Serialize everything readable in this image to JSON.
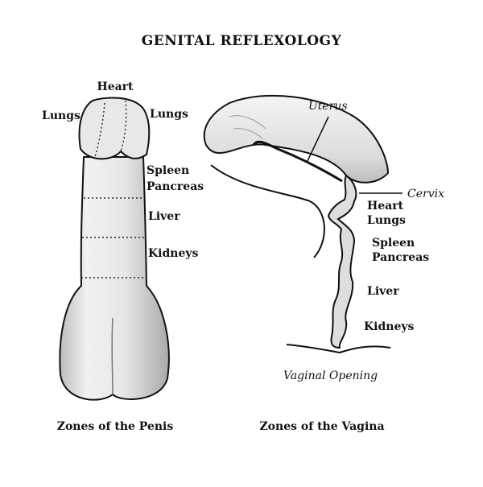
{
  "title": "GENITAL REFLEXOLOGY",
  "male": {
    "caption": "Zones of the Penis",
    "labels": {
      "heart": "Heart",
      "lungs_left": "Lungs",
      "lungs_right": "Lungs",
      "spleen": "Spleen",
      "pancreas": "Pancreas",
      "liver": "Liver",
      "kidneys": "Kidneys"
    }
  },
  "female": {
    "caption": "Zones of the Vagina",
    "labels": {
      "uterus": "Uterus",
      "cervix": "Cervix",
      "heart": "Heart",
      "lungs": "Lungs",
      "spleen": "Spleen",
      "pancreas": "Pancreas",
      "liver": "Liver",
      "kidneys": "Kidneys",
      "vaginal_opening": "Vaginal Opening"
    }
  }
}
